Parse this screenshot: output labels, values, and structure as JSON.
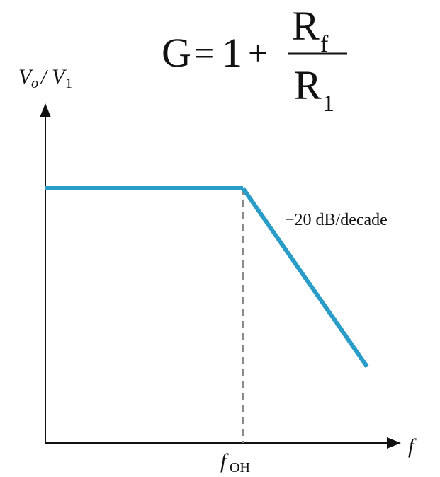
{
  "formula": {
    "lhs": "G",
    "equals": "=",
    "one": "1",
    "plus": "+",
    "numerator_main": "R",
    "numerator_sub": "f",
    "denominator_main": "R",
    "denominator_sub": "1"
  },
  "axes": {
    "y_label_v": "V",
    "y_label_v_sub": "o",
    "y_label_slash": "/",
    "y_label_v2": "V",
    "y_label_v2_sub": "1",
    "x_label": "f"
  },
  "annotations": {
    "corner_freq_main": "f",
    "corner_freq_sub": "OH",
    "slope_label": "−20 dB/decade"
  },
  "colors": {
    "response_curve": "#2a9cc8",
    "axes": "#111111",
    "dashed_marker": "#8a8a8a"
  }
}
